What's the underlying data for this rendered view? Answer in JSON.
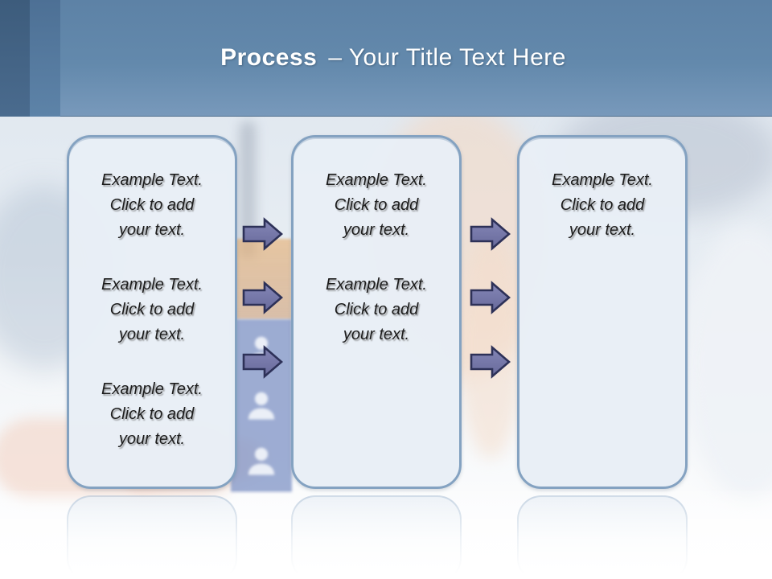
{
  "slide_title": {
    "emphasis": "Process",
    "rest": "– Your Title Text Here"
  },
  "boxes": [
    {
      "paragraphs": [
        "Example Text.\nClick  to add\nyour text.",
        "Example Text.\nClick  to add\nyour text.",
        "Example Text.\nClick  to add\nyour text."
      ]
    },
    {
      "paragraphs": [
        "Example Text.\nClick  to add\nyour text.",
        "Example Text.\nClick  to add\nyour text."
      ]
    },
    {
      "paragraphs": [
        "Example Text.\nClick  to add\nyour text."
      ]
    }
  ],
  "icons": {
    "arrow": "right-arrow-icon",
    "person": "person-icon"
  },
  "colors": {
    "header_top": "#5d82a6",
    "header_bottom": "#7899bb",
    "header_strip_dark": "#3d5c7c",
    "header_strip_mid": "#4d7095",
    "title_text": "#ffffff",
    "box_fill": "#e8eef6",
    "box_border": "#84a2c1",
    "body_text": "#1c1c1c",
    "arrow_fill": "#7577a9",
    "arrow_border": "#2d3158"
  }
}
